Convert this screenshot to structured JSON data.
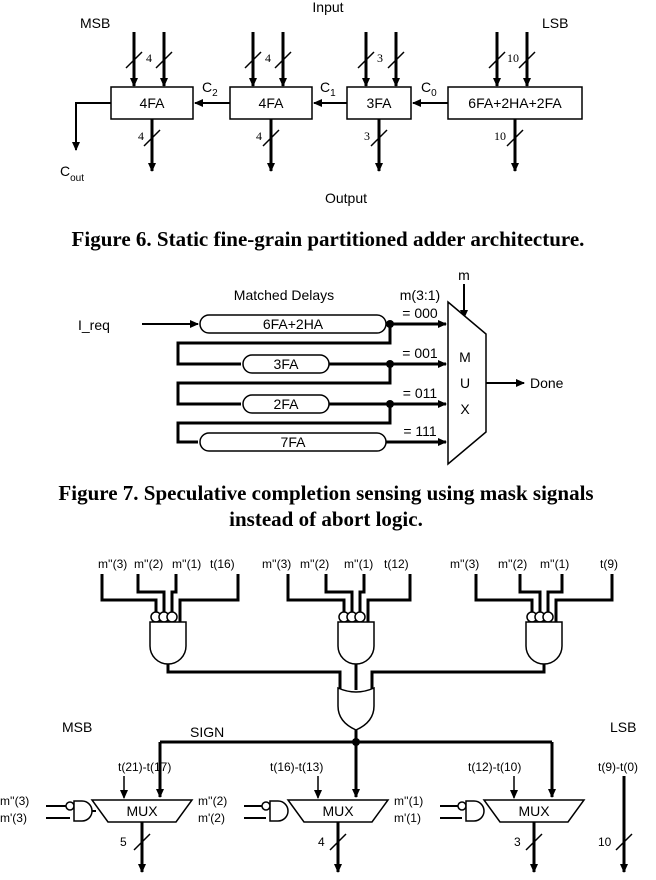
{
  "fig6": {
    "input_label": "Input",
    "output_label": "Output",
    "msb_label": "MSB",
    "lsb_label": "LSB",
    "cout_label": "C",
    "cout_sub": "out",
    "carries": [
      {
        "base": "C",
        "sub": "2"
      },
      {
        "base": "C",
        "sub": "1"
      },
      {
        "base": "C",
        "sub": "0"
      }
    ],
    "blocks": [
      {
        "label": "4FA",
        "in_bits": "4",
        "out_bits": "4"
      },
      {
        "label": "4FA",
        "in_bits": "4",
        "out_bits": "4"
      },
      {
        "label": "3FA",
        "in_bits": "3",
        "out_bits": "3"
      },
      {
        "label": "6FA+2HA+2FA",
        "in_bits": "10",
        "out_bits": "10"
      }
    ],
    "caption": "Figure 6. Static fine-grain partitioned adder architecture."
  },
  "fig7": {
    "m_label": "m",
    "ireq_label": "I_req",
    "matched_delays_label": "Matched Delays",
    "sel_header": "m(3:1)",
    "delays": [
      {
        "label": "6FA+2HA",
        "sel": "= 000"
      },
      {
        "label": "3FA",
        "sel": "= 001"
      },
      {
        "label": "2FA",
        "sel": "= 011"
      },
      {
        "label": "7FA",
        "sel": "= 111"
      }
    ],
    "mux_letters": [
      "M",
      "U",
      "X"
    ],
    "done_label": "Done",
    "caption_line1": "Figure 7. Speculative completion sensing using mask signals",
    "caption_line2": "instead of abort logic."
  },
  "fig8": {
    "and_groups": [
      {
        "inputs": [
          "m''(3)",
          "m''(2)",
          "m''(1)",
          "t(16)"
        ]
      },
      {
        "inputs": [
          "m''(3)",
          "m''(2)",
          "m''(1)",
          "t(12)"
        ]
      },
      {
        "inputs": [
          "m''(3)",
          "m''(2)",
          "m''(1)",
          "t(9)"
        ]
      }
    ],
    "sign_label": "SIGN",
    "msb_label": "MSB",
    "lsb_label": "LSB",
    "muxes": [
      {
        "label": "MUX",
        "t_range": "t(21)-t(17)",
        "m_top": "m''(3)",
        "m_bot": "m'(3)",
        "bits": "5"
      },
      {
        "label": "MUX",
        "t_range": "t(16)-t(13)",
        "m_top": "m''(2)",
        "m_bot": "m'(2)",
        "bits": "4"
      },
      {
        "label": "MUX",
        "t_range": "t(12)-t(10)",
        "m_top": "m''(1)",
        "m_bot": "m'(1)",
        "bits": "3"
      }
    ],
    "lsb_range": "t(9)-t(0)",
    "lsb_bits": "10"
  }
}
